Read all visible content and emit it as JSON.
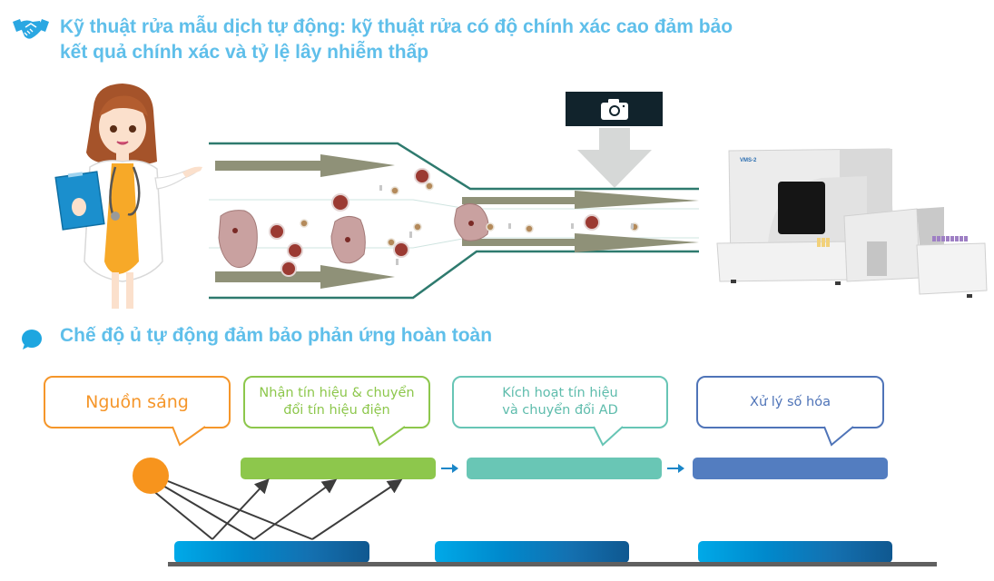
{
  "section1": {
    "icon": "handshake-icon",
    "title_line1": "Kỹ thuật rửa mẫu dịch tự động: kỹ thuật rửa có độ chính xác cao đảm bảo",
    "title_line2": "kết quả chính xác và tỷ lệ lây nhiễm thấp",
    "illustration": {
      "doctor": "doctor-illustration",
      "flow_channel": "sample-wash-flow-channel",
      "camera_icon": "camera-icon",
      "analyzer": "urine-analyzer-machine",
      "analyzer_label": "VMS-2"
    }
  },
  "section2": {
    "icon": "speech-bubble-icon",
    "title": "Chế độ ủ tự động đảm bảo phản ứng hoàn toàn",
    "steps": [
      {
        "label_line1": "Nguồn sáng",
        "label_line2": "",
        "color": "#f5962a"
      },
      {
        "label_line1": "Nhận tín hiệu & chuyển",
        "label_line2": "đổi tín hiệu điện",
        "color": "#8dc74c"
      },
      {
        "label_line1": "Kích hoạt tín hiệu",
        "label_line2": "và chuyển đổi AD",
        "color": "#67c5b5"
      },
      {
        "label_line1": "Xử lý số hóa",
        "label_line2": "",
        "color": "#537dc0"
      }
    ],
    "colors": {
      "heading": "#5fbfea",
      "light_source": "#f7941d",
      "sensor_start": "#00a9e8",
      "sensor_end": "#0f5890",
      "base_line": "#606060",
      "flow_arrow": "#8f9178",
      "channel_border": "#2e7a6e"
    }
  }
}
